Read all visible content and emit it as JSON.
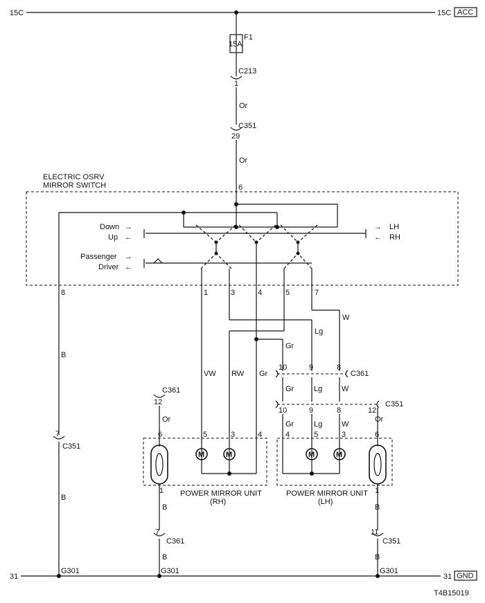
{
  "rails": {
    "top_left": "15C",
    "top_right": "15C",
    "top_tag": "ACC",
    "bottom_left": "31",
    "bottom_right": "31",
    "bottom_tag": "GND"
  },
  "fuse": {
    "name": "F1",
    "rating": "15A"
  },
  "connectors": {
    "c213": "C213",
    "c213_pin": "1",
    "c351_top": "C351",
    "c351_top_pin": "29",
    "c361_mid": "C361",
    "c351_mid": "C351",
    "c361_rh": "C361",
    "c361_rh_pin": "12",
    "c351_left": "C351",
    "c351_left_pin": "7",
    "c361_rh_bottom": "C361",
    "c361_rh_bottom_pin": "7",
    "c351_lh_bottom": "C351",
    "c351_lh_bottom_pin": "11",
    "c351_lh_top": "C351",
    "c351_lh_top_pin": "12"
  },
  "wires": {
    "or1": "Or",
    "or2": "Or",
    "b_left_upper": "B",
    "b_left_lower": "B",
    "w_upper": "W",
    "lg_upper": "Lg",
    "gr_upper": "Gr",
    "vw": "VW",
    "rw": "RW",
    "gr_rh": "Gr",
    "gr_mid": "Gr",
    "lg_mid": "Lg",
    "w_mid": "W",
    "gr_lh": "Gr",
    "lg_lh": "Lg",
    "w_lh": "W",
    "or_rh": "Or",
    "or_lh": "Or",
    "b_rh1": "B",
    "b_rh2": "B",
    "b_lh1": "B",
    "b_lh2": "B"
  },
  "switch": {
    "title_line1": "ELECTRIC OSRV",
    "title_line2": "MIRROR SWITCH",
    "pin_top": "6",
    "pins": [
      "8",
      "1",
      "3",
      "4",
      "5",
      "7"
    ],
    "down": "Down",
    "up": "Up",
    "lh": "LH",
    "rh": "RH",
    "passenger": "Passenger",
    "driver": "Driver"
  },
  "mid_pins": {
    "c361": [
      "10",
      "9",
      "8"
    ],
    "c351": [
      "10",
      "9",
      "8"
    ]
  },
  "rh_unit": {
    "line1": "POWER MIRROR UNIT",
    "line2": "(RH)",
    "pins": [
      "6",
      "5",
      "3",
      "4"
    ],
    "pin_bottom": "1",
    "motor": "M"
  },
  "lh_unit": {
    "line1": "POWER MIRROR UNIT",
    "line2": "(LH)",
    "pins": [
      "4",
      "5",
      "3",
      "6"
    ],
    "pin_bottom": "1",
    "motor": "M"
  },
  "grounds": {
    "g1": "G301",
    "g2": "G301",
    "g3": "G301"
  },
  "drawing_code": "T4B15019"
}
